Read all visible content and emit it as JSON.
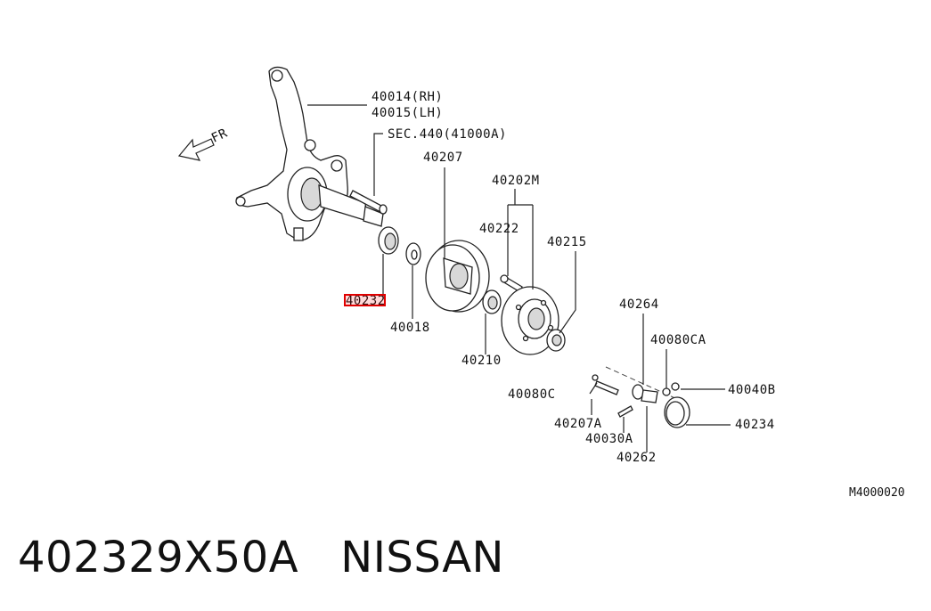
{
  "parts": {
    "knuckle_rh": "40014(RH)",
    "knuckle_lh": "40015(LH)",
    "sec": "SEC.440(41000A)",
    "rotor": "40207",
    "hub_assy": "40202M",
    "stud": "40222",
    "bearing_outer": "40215",
    "seal_highlight": "40232",
    "washer": "40018",
    "bearing_inner": "40210",
    "nut": "40264",
    "pin_ca": "40080CA",
    "pin_c": "40080C",
    "bolt_a": "40207A",
    "washer_a": "40030A",
    "lock": "40262",
    "cap_b": "40040B",
    "cap": "40234"
  },
  "direction_label": "FR",
  "figure_code": "M4000020",
  "caption": "402329X50A   NISSAN",
  "highlight_color": "#e00000"
}
